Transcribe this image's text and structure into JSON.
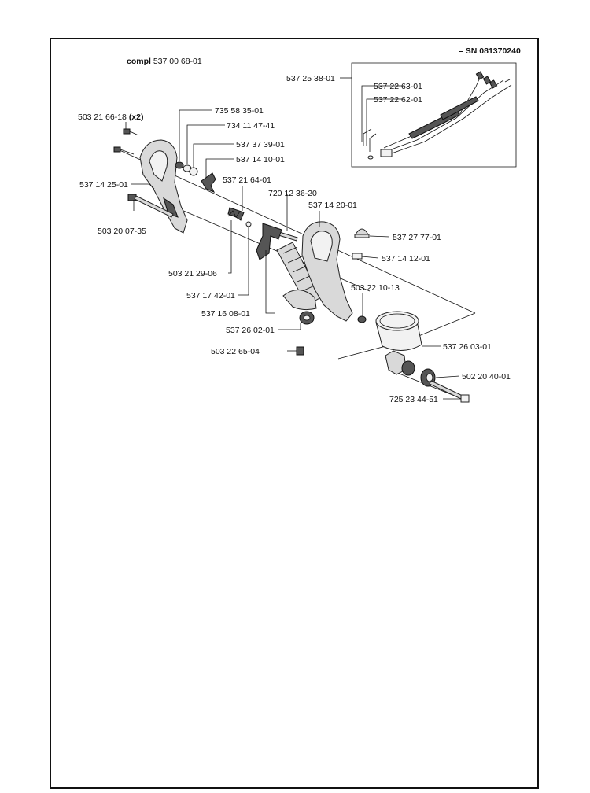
{
  "header": {
    "serial_prefix": "– SN ",
    "serial_number": "081370240",
    "assembly_prefix": "compl",
    "assembly_number": "537 00 68-01"
  },
  "parts": {
    "p537253801": "537 25 38-01",
    "p537226301": "537 22 63-01",
    "p537226201": "537 22 62-01",
    "p735583501": "735 58 35-01",
    "p734114741": "734 11 47-41",
    "p503216618": "503 21 66-18",
    "p503216618_qty": "(x2)",
    "p537373901": "537 37 39-01",
    "p537141001": "537 14 10-01",
    "p537142501": "537 14 25-01",
    "p537216401": "537 21 64-01",
    "p720123620": "720 12 36-20",
    "p537142001": "537 14 20-01",
    "p503200735": "503 20 07-35",
    "p537277701": "537 27 77-01",
    "p537141201": "537 14 12-01",
    "p503212906": "503 21 29-06",
    "p503221013": "503 22 10-13",
    "p537174201": "537 17 42-01",
    "p537160801": "537 16 08-01",
    "p537260201": "537 26 02-01",
    "p537260301": "537 26 03-01",
    "p503226504": "503 22 65-04",
    "p502204001": "502 20 40-01",
    "p725234451": "725 23 44-51"
  }
}
